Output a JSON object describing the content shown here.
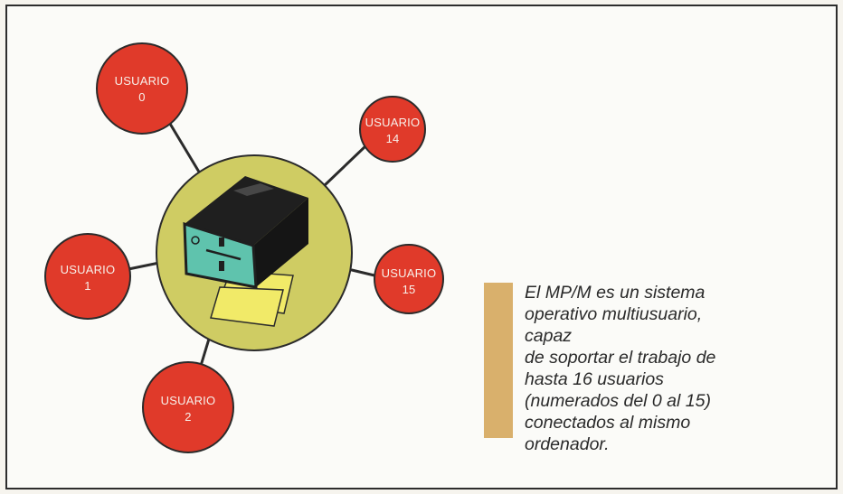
{
  "diagram": {
    "users": [
      {
        "id": "user-0",
        "line1": "USUARIO",
        "line2": "0"
      },
      {
        "id": "user-14",
        "line1": "USUARIO",
        "line2": "14"
      },
      {
        "id": "user-1",
        "line1": "USUARIO",
        "line2": "1"
      },
      {
        "id": "user-15",
        "line1": "USUARIO",
        "line2": "15"
      },
      {
        "id": "user-2",
        "line1": "USUARIO",
        "line2": "2"
      }
    ],
    "colors": {
      "user_fill": "#e03a2a",
      "hub_fill": "#cfcc63",
      "connector": "#2b2b2b",
      "caption_bar": "#d9b06c",
      "device_body": "#1f1f1f",
      "device_panel": "#5fc3ad",
      "paper": "#f1ea68"
    },
    "hub_icon": "computer-disk-drive-icon"
  },
  "caption": {
    "text": "El MP/M es un sistema\noperativo multiusuario, capaz\nde soportar el trabajo de\nhasta 16 usuarios\n(numerados del 0 al 15)\nconectados al mismo\nordenador."
  }
}
